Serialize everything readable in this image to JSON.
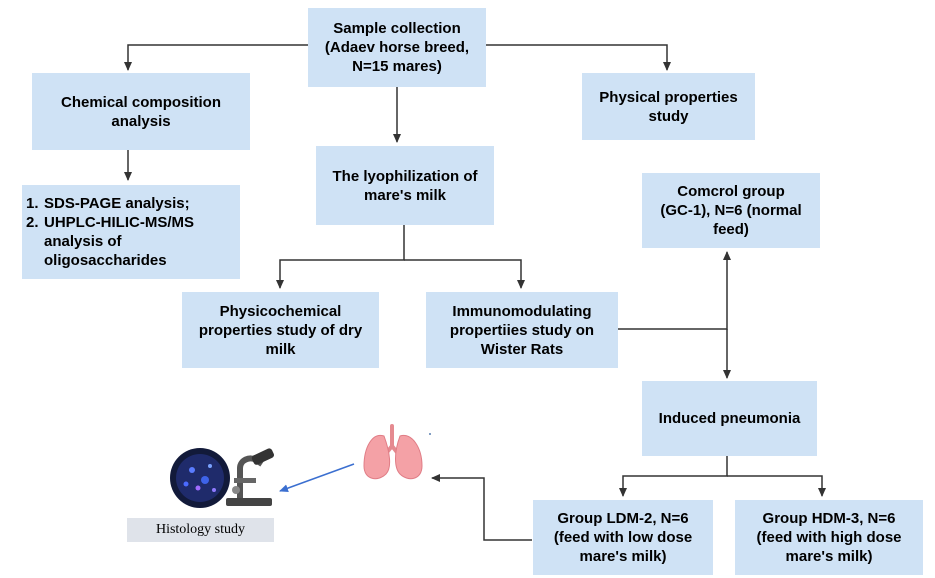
{
  "nodes": {
    "sample": [
      "Sample collection",
      "(Adaev horse breed,",
      "N=15 mares)"
    ],
    "chemical": [
      "Chemical composition",
      "analysis"
    ],
    "physical": [
      "Physical properties",
      "study"
    ],
    "lyophilization": [
      "The lyophilization of",
      "mare's milk"
    ],
    "analysis_list": [
      {
        "num": "1.",
        "text": "SDS-PAGE analysis;"
      },
      {
        "num": "2.",
        "text": "UHPLC-HILIC-MS/MS analysis of oligosaccharides"
      }
    ],
    "control": [
      "Comcrol group",
      "(GC-1), N=6 (normal",
      "feed)"
    ],
    "physicochemical": [
      "Physicochemical",
      "properties study of dry",
      "milk"
    ],
    "immuno": [
      "Immunomodulating",
      "propertiies study on",
      "Wister Rats"
    ],
    "induced": [
      "Induced pneumonia"
    ],
    "ldm": [
      "Group LDM-2, N=6",
      "(feed with low dose",
      "mare's milk)"
    ],
    "hdm": [
      "Group HDM-3, N=6",
      "(feed with high dose",
      "mare's milk)"
    ]
  },
  "histology_label": "Histology study",
  "icons": [
    "lungs-icon",
    "microscope-icon"
  ],
  "colors": {
    "box": "#cfe2f5",
    "arrow": "#333333",
    "blue_arrow": "#3b6fd0",
    "lungs": "#f4a1a6"
  }
}
